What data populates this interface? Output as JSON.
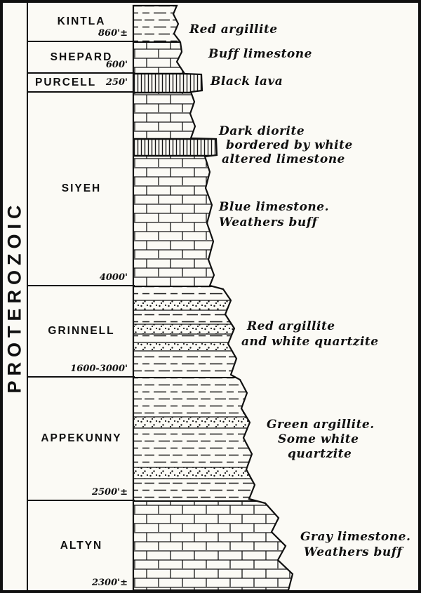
{
  "era": {
    "label": "PROTEROZOIC"
  },
  "formations": [
    {
      "name": "KINTLA",
      "thickness": "860'±"
    },
    {
      "name": "SHEPARD",
      "thickness": "600'"
    },
    {
      "name": "PURCELL",
      "thickness": "250'"
    },
    {
      "name": "SIYEH",
      "thickness": "4000'"
    },
    {
      "name": "GRINNELL",
      "thickness": "1600-3000'"
    },
    {
      "name": "APPEKUNNY",
      "thickness": "2500'±"
    },
    {
      "name": "ALTYN",
      "thickness": "2300'±"
    }
  ],
  "annotations": [
    {
      "target": "KINTLA",
      "lines": [
        "Red argillite"
      ]
    },
    {
      "target": "SHEPARD",
      "lines": [
        "Buff limestone"
      ]
    },
    {
      "target": "PURCELL",
      "lines": [
        "Black lava"
      ]
    },
    {
      "target": "SIYEH-sill",
      "lines": [
        "Dark diorite",
        "bordered by white",
        "altered limestone"
      ]
    },
    {
      "target": "SIYEH",
      "lines": [
        "Blue limestone.",
        "Weathers buff"
      ]
    },
    {
      "target": "GRINNELL",
      "lines": [
        "Red argillite",
        "and white quartzite"
      ]
    },
    {
      "target": "APPEKUNNY",
      "lines": [
        "Green argillite.",
        "Some white",
        "quartzite"
      ]
    },
    {
      "target": "ALTYN",
      "lines": [
        "Gray limestone.",
        "Weathers buff"
      ]
    }
  ],
  "patterns": {
    "brick": "limestone",
    "dash": "argillite",
    "vlines": "lava / diorite sill",
    "dots": "quartzite"
  }
}
